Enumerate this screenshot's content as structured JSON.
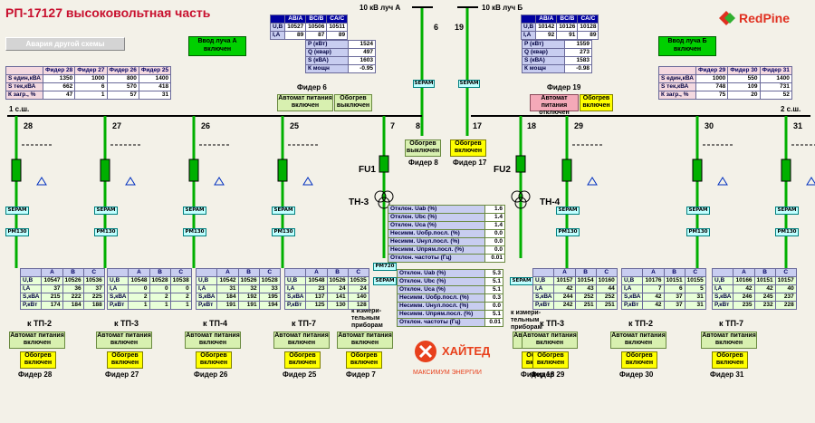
{
  "header": {
    "title": "РП-17127 высоковольтная часть",
    "alarm": "Авария другой схемы"
  },
  "brand": {
    "name": "RedPine",
    "partner": "ХАЙТЕД",
    "partner_slogan": "МАКСИМУМ ЭНЕРГИИ"
  },
  "inputs": {
    "a": {
      "title": "10 кВ луч А",
      "status": "Ввод луча А включен",
      "num": "6"
    },
    "b": {
      "title": "10 кВ луч Б",
      "status": "Ввод луча Б включен",
      "num": "19"
    }
  },
  "meters_top": {
    "a": {
      "cols": [
        "AB/A",
        "BC/B",
        "CA/C"
      ],
      "u": [
        "10527",
        "10506",
        "10511"
      ],
      "i": [
        "89",
        "87",
        "89"
      ],
      "p": "1524",
      "q": "497",
      "s": "1603",
      "k": "-0.95"
    },
    "b": {
      "cols": [
        "AB/A",
        "BC/B",
        "CA/C"
      ],
      "u": [
        "10142",
        "10126",
        "10128"
      ],
      "i": [
        "92",
        "91",
        "89"
      ],
      "p": "1559",
      "q": "273",
      "s": "1583",
      "k": "-0.98"
    },
    "row_u": "U,В",
    "row_i": "I,A",
    "row_p": "P (кВт)",
    "row_q": "Q (квар)",
    "row_s": "S (кВА)",
    "row_k": "К мощн"
  },
  "loads": {
    "left": {
      "cols": [
        "Фидер 28",
        "Фидер 27",
        "Фидер 26",
        "Фидер 25"
      ],
      "rows": [
        {
          "label": "S един,кВА",
          "v": [
            "1350",
            "1000",
            "800",
            "1400"
          ]
        },
        {
          "label": "S тек,кВА",
          "v": [
            "662",
            "6",
            "570",
            "418"
          ]
        },
        {
          "label": "К загр., %",
          "v": [
            "47",
            "1",
            "57",
            "31"
          ]
        }
      ]
    },
    "right": {
      "cols": [
        "Фидер 29",
        "Фидер 30",
        "Фидер 31"
      ],
      "rows": [
        {
          "label": "S един,кВА",
          "v": [
            "1000",
            "550",
            "1400"
          ]
        },
        {
          "label": "S тек,кВА",
          "v": [
            "748",
            "109",
            "731"
          ]
        },
        {
          "label": "К загр., %",
          "v": [
            "75",
            "20",
            "52"
          ]
        }
      ]
    }
  },
  "auto": {
    "on": "Автомат питания включен",
    "off": "Автомат питания отключен",
    "heat_on": "Обогрев включен",
    "heat_off": "Обогрев выключен"
  },
  "feeder_labels": {
    "f6": "Фидер 6",
    "f19": "Фидер 19",
    "f8": "Фидер 8",
    "f17": "Фидер 17"
  },
  "bus": {
    "left": "1 с.ш.",
    "right": "2 с.ш."
  },
  "tags": {
    "sepam": "SEPAM",
    "pm130": "PM130",
    "pm720": "PM720"
  },
  "transformers": {
    "th3": "ТН-3",
    "th4": "ТН-4",
    "fu1": "FU1",
    "fu2": "FU2"
  },
  "bays": [
    {
      "num": "28",
      "dest": "к ТП-2",
      "feeder": "Фидер 28",
      "u": [
        "10547",
        "10526",
        "10536"
      ],
      "i": [
        "37",
        "36",
        "37"
      ],
      "s": [
        "215",
        "222",
        "225"
      ],
      "p": [
        "174",
        "184",
        "188"
      ]
    },
    {
      "num": "27",
      "dest": "к ТП-3",
      "feeder": "Фидер 27",
      "u": [
        "10548",
        "10528",
        "10538"
      ],
      "i": [
        "0",
        "0",
        "0"
      ],
      "s": [
        "2",
        "2",
        "2"
      ],
      "p": [
        "1",
        "1",
        "1"
      ]
    },
    {
      "num": "26",
      "dest": "к ТП-4",
      "feeder": "Фидер 26",
      "u": [
        "10542",
        "10526",
        "10528"
      ],
      "i": [
        "31",
        "32",
        "33"
      ],
      "s": [
        "184",
        "192",
        "195"
      ],
      "p": [
        "191",
        "191",
        "194"
      ]
    },
    {
      "num": "25",
      "dest": "к ТП-7",
      "feeder": "Фидер 25",
      "u": [
        "10548",
        "10526",
        "10535"
      ],
      "i": [
        "23",
        "24",
        "24"
      ],
      "s": [
        "137",
        "141",
        "140"
      ],
      "p": [
        "125",
        "130",
        "128"
      ]
    },
    {
      "num": "29",
      "dest": "к ТП-3",
      "feeder": "Фидер 29",
      "u": [
        "10157",
        "10154",
        "10160"
      ],
      "i": [
        "42",
        "43",
        "44"
      ],
      "s": [
        "244",
        "252",
        "252"
      ],
      "p": [
        "242",
        "251",
        "251"
      ]
    },
    {
      "num": "30",
      "dest": "к ТП-2",
      "feeder": "Фидер 30",
      "u": [
        "10176",
        "10151",
        "10155"
      ],
      "i": [
        "7",
        "6",
        "5"
      ],
      "s": [
        "42",
        "37",
        "31"
      ],
      "p": [
        "42",
        "37",
        "31"
      ]
    },
    {
      "num": "31",
      "dest": "к ТП-7",
      "feeder": "Фидер 31",
      "u": [
        "10166",
        "10151",
        "10157"
      ],
      "i": [
        "42",
        "42",
        "40"
      ],
      "s": [
        "246",
        "245",
        "237"
      ],
      "p": [
        "235",
        "232",
        "228"
      ]
    }
  ],
  "bay_cols": [
    "A",
    "B",
    "C"
  ],
  "bay_rows": [
    "U,В",
    "I,A",
    "S,кВА",
    "P,кВт"
  ],
  "measure": {
    "n7": "7",
    "n8": "8",
    "n17": "17",
    "n18": "18",
    "left_dest": "к измери-тельным приборам",
    "right_dest": "к измери-тельным приборам",
    "f7": "Фидер 7",
    "f18": "Фидер 18"
  },
  "quality": {
    "top": [
      {
        "l": "Отклон. Uab (%)",
        "v": "1.6"
      },
      {
        "l": "Отклон. Ubc (%)",
        "v": "1.4"
      },
      {
        "l": "Отклон. Uca (%)",
        "v": "1.4"
      },
      {
        "l": "Несимм. Uобр.посл. (%)",
        "v": "0.0"
      },
      {
        "l": "Несимм. Uнул.посл. (%)",
        "v": "0.0"
      },
      {
        "l": "Несимм. Uпрям.посл. (%)",
        "v": "0.0"
      },
      {
        "l": "Отклон. частоты (Гц)",
        "v": "0.01"
      }
    ],
    "bottom": [
      {
        "l": "Отклон. Uab (%)",
        "v": "5.3"
      },
      {
        "l": "Отклон. Ubc (%)",
        "v": "5.1"
      },
      {
        "l": "Отклон. Uca (%)",
        "v": "5.1"
      },
      {
        "l": "Несимм. Uобр.посл. (%)",
        "v": "0.3"
      },
      {
        "l": "Несимм. Uнул.посл. (%)",
        "v": "0.0"
      },
      {
        "l": "Несимм. Uпрям.посл. (%)",
        "v": "5.1"
      },
      {
        "l": "Отклон. частоты (Гц)",
        "v": "0.01"
      }
    ]
  },
  "colors": {
    "bus": "#000000",
    "energized": "#00b000",
    "title": "#c8102e"
  }
}
